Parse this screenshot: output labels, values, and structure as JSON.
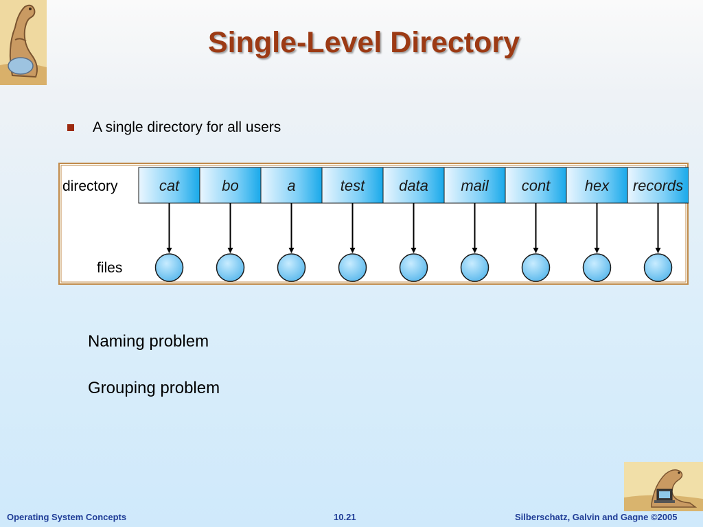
{
  "slide": {
    "title": "Single-Level Directory",
    "bullet": "A single directory for all users",
    "extra_lines": [
      "Naming problem",
      "Grouping problem"
    ]
  },
  "diagram": {
    "directory_label": "directory",
    "files_label": "files",
    "entries": [
      "cat",
      "bo",
      "a",
      "test",
      "data",
      "mail",
      "cont",
      "hex",
      "records"
    ]
  },
  "footer": {
    "left": "Operating System Concepts",
    "center": "10.21",
    "right": "Silberschatz, Galvin and Gagne ©2005"
  },
  "colors": {
    "title": "#9c3a14",
    "bullet": "#9c2a10",
    "footer": "#1f3c96",
    "frame": "#c08a4a",
    "file_circle": "#6fc5f2"
  }
}
